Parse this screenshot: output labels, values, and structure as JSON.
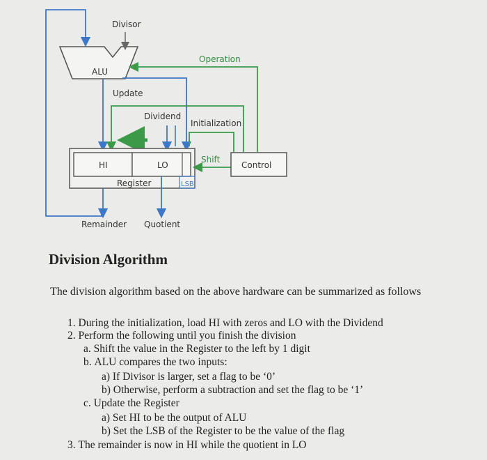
{
  "diagram": {
    "divisor": "Divisor",
    "alu": "ALU",
    "operation": "Operation",
    "update": "Update",
    "dividend": "Dividend",
    "initialization": "Initialization",
    "hi": "HI",
    "lo": "LO",
    "shift": "Shift",
    "control": "Control",
    "register": "Register",
    "lsb": "LSB",
    "remainder": "Remainder",
    "quotient": "Quotient"
  },
  "doc": {
    "title": "Division Algorithm",
    "intro": "The division algorithm based on the above hardware can be summarized as follows",
    "steps": [
      {
        "num": "1.",
        "text": "During the initialization, load HI with zeros and LO with the Dividend"
      },
      {
        "num": "2.",
        "text": "Perform the following until you finish the division"
      },
      {
        "num": "a.",
        "text": "Shift the value in the Register to the left by 1 digit"
      },
      {
        "num": "b.",
        "text": "ALU compares the two inputs:"
      },
      {
        "num": "a)",
        "text": "If Divisor is larger, set a flag to be ‘0’"
      },
      {
        "num": "b)",
        "text": "Otherwise, perform a subtraction and set the flag to be ‘1’"
      },
      {
        "num": "c.",
        "text": "Update the Register"
      },
      {
        "num": "a)",
        "text": "Set HI to be the output of ALU"
      },
      {
        "num": "b)",
        "text": "Set the LSB of the Register to be the value of the flag"
      },
      {
        "num": "3.",
        "text": "The remainder is now in HI while the quotient in LO"
      }
    ]
  },
  "colors": {
    "wire_blue": "#3d78c8",
    "wire_green": "#3a9a48",
    "box": "#555555"
  }
}
